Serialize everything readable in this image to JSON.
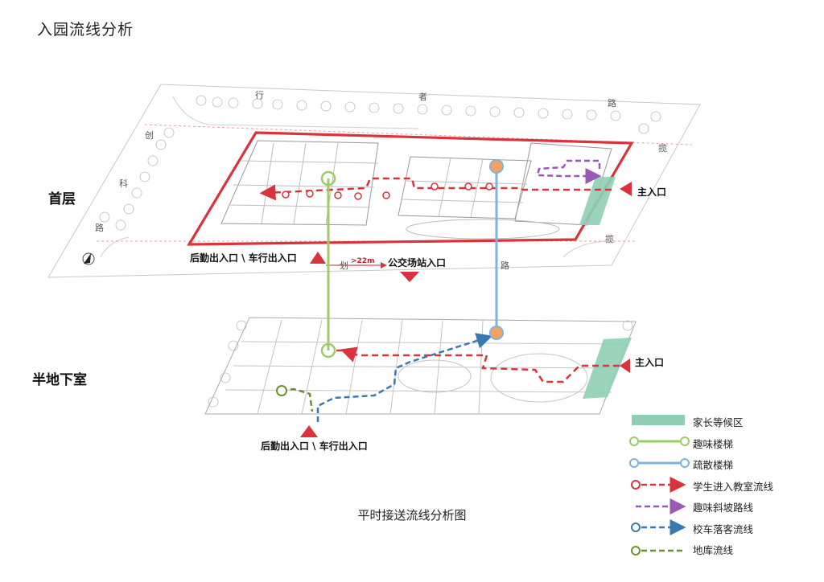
{
  "page_title": "入园流线分析",
  "caption": "平时接送流线分析图",
  "floors": {
    "ground": "首层",
    "basement": "半地下室"
  },
  "entrances": {
    "ground_main": "主入口",
    "ground_service": "后勤出入口 \\ 车行出入口",
    "ground_bus": "公交场站入口",
    "basement_main": "主入口",
    "basement_service": "后勤出入口 \\ 车行出入口"
  },
  "distance_label": ">22m",
  "streets": {
    "top": [
      "行",
      "者",
      "路"
    ],
    "left": [
      "创",
      "科",
      "路"
    ],
    "right": [
      "揽",
      "揽"
    ],
    "bottom": [
      "划",
      "路"
    ]
  },
  "legend": [
    {
      "label": "家长等候区",
      "type": "area",
      "color": "#8fcfb4"
    },
    {
      "label": "趣味楼梯",
      "type": "solid",
      "color": "#9ccc65"
    },
    {
      "label": "疏散楼梯",
      "type": "solid",
      "color": "#7fb3db"
    },
    {
      "label": "学生进入教室流线",
      "type": "dashed",
      "color": "#d9333c"
    },
    {
      "label": "趣味斜坡路线",
      "type": "dashed",
      "color": "#9b59b6"
    },
    {
      "label": "校车落客流线",
      "type": "dashed",
      "color": "#3a78b0"
    },
    {
      "label": "地库流线",
      "type": "dashed",
      "color": "#6d8f2f"
    }
  ]
}
